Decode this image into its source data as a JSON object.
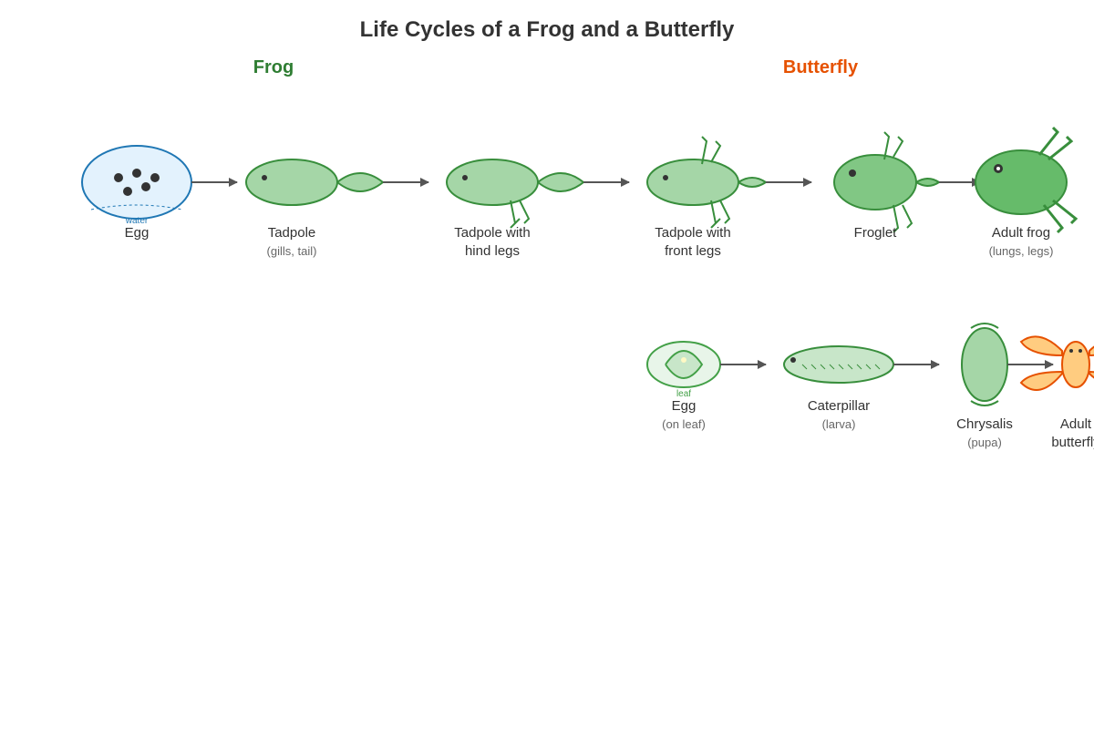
{
  "title": "Life Cycles of a Frog and a Butterfly",
  "colors": {
    "frog_heading": "#2e7d32",
    "butterfly_heading": "#e65100",
    "egg_blue": "#1f77b4",
    "egg_fill": "#e3f2fd",
    "body_green": "#a5d6a7",
    "mid_green": "#81c784",
    "adult_green": "#66bb6a",
    "outline_green": "#388e3c",
    "wing_orange": "#ffcc80",
    "outline_orange": "#e65100",
    "arrow_gray": "#555555"
  },
  "frog": {
    "heading": "Frog",
    "stages": [
      {
        "name": "Egg",
        "note": "",
        "tag": "water"
      },
      {
        "name": "Tadpole",
        "note": "(gills, tail)"
      },
      {
        "name_line1": "Tadpole with",
        "name_line2": "hind legs"
      },
      {
        "name_line1": "Tadpole with",
        "name_line2": "front legs"
      },
      {
        "name": "Froglet",
        "note": ""
      },
      {
        "name": "Adult frog",
        "note": "(lungs, legs)"
      }
    ]
  },
  "butterfly": {
    "heading": "Butterfly",
    "stages": [
      {
        "name": "Egg",
        "note": "(on leaf)",
        "tag": "leaf"
      },
      {
        "name": "Caterpillar",
        "note": "(larva)"
      },
      {
        "name": "Chrysalis",
        "note": "(pupa)"
      },
      {
        "name_line1": "Adult",
        "name_line2": "butterfly"
      }
    ]
  }
}
